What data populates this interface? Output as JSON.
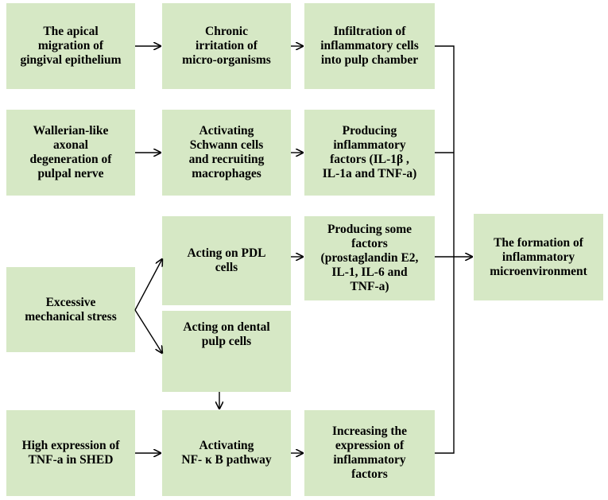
{
  "boxes": {
    "apical_migration": "The apical\nmigration of\ngingival epithelium",
    "chronic_irritation": "Chronic\nirritation of\nmicro-organisms",
    "infiltration": "Infiltration of\ninflammatory cells\ninto pulp chamber",
    "wallerian": "Wallerian-like\naxonal\ndegeneration of\npulpal nerve",
    "schwann": "Activating\nSchwann cells\nand recruiting\nmacrophages",
    "producing_il1": "Producing\ninflammatory\nfactors (IL-1β ,\nIL-1a and TNF-a)",
    "pdl_cells": "Acting on PDL\ncells",
    "producing_some": "Producing some\nfactors\n(prostaglandin E2,\nIL-1, IL-6 and\nTNF-a)",
    "excessive_stress": "Excessive\nmechanical stress",
    "dental_pulp": "Acting on dental\npulp cells",
    "formation": "The formation of\ninflammatory\nmicroenvironment",
    "tnf_shed": "High expression of\nTNF-a in SHED",
    "nfkb": "Activating\nNF- κ B pathway",
    "increasing": "Increasing the\nexpression of\ninflammatory\nfactors"
  },
  "colors": {
    "box_fill": "#d6e8c5",
    "line": "#000000"
  }
}
